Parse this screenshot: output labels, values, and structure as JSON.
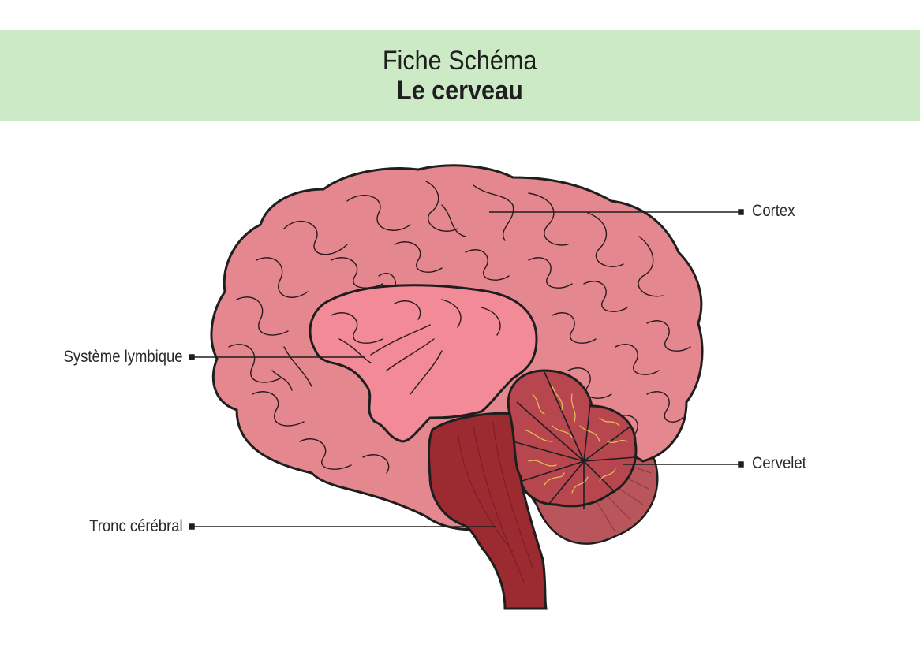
{
  "header": {
    "title_line1": "Fiche Schéma",
    "title_line2": "Le cerveau"
  },
  "labels": {
    "cortex": "Cortex",
    "limbic": "Système lymbique",
    "cerebellum": "Cervelet",
    "brainstem": "Tronc cérébral"
  },
  "colors": {
    "header_bg": "#cdeac6",
    "cortex": "#e4878f",
    "limbic": "#f28a98",
    "cerebellum": "#b8464e",
    "cerebellum_back": "#b8565c",
    "brainstem": "#9c2a31",
    "veins": "#e8c05a",
    "outline": "#1e1e1e"
  }
}
